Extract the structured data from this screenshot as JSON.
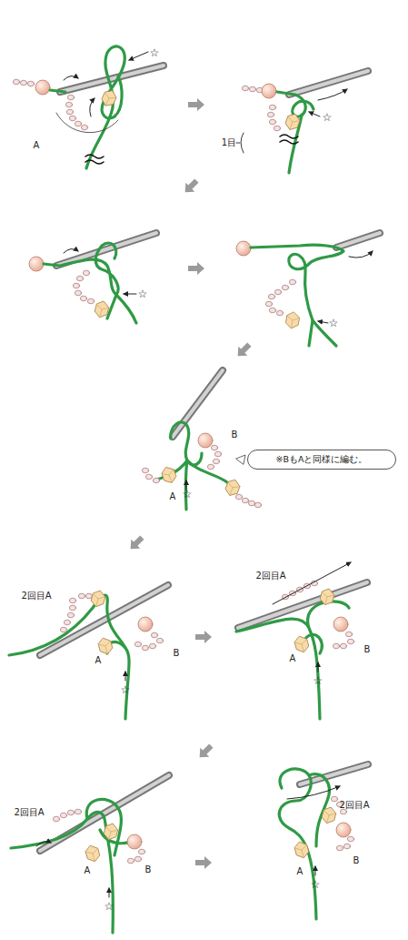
{
  "diagram": {
    "nodes": [
      {
        "text": [
          "※BもAと同様に編む。"
        ]
      }
    ],
    "labels": [
      "☆",
      "A",
      "1目",
      "☆",
      "☆",
      "☆",
      "B",
      "A",
      "☆",
      "2回目A",
      "A",
      "B",
      "☆",
      "2回目A",
      "A",
      "B",
      "☆",
      "2回目A",
      "A",
      "B",
      "☆",
      "2回目A",
      "A",
      "B",
      "☆"
    ]
  }
}
